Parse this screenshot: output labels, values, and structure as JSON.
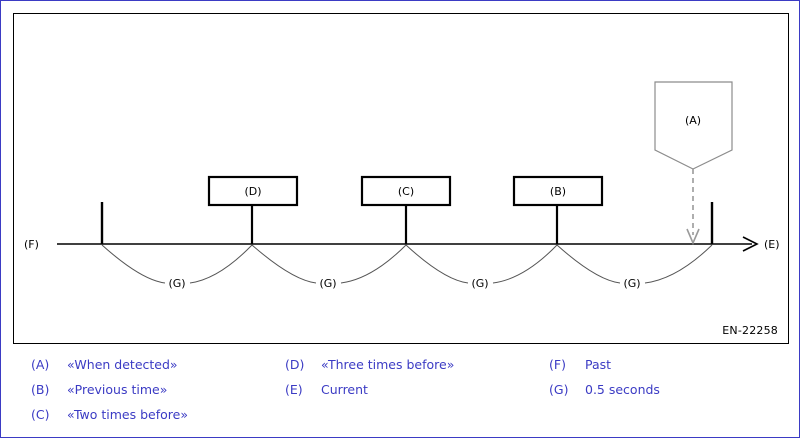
{
  "figure": {
    "reference_number": "EN-22258",
    "axis": {
      "left_label": "(F)",
      "right_label": "(E)"
    },
    "events": [
      {
        "key": "(D)",
        "has_box": true
      },
      {
        "key": "(C)",
        "has_box": true
      },
      {
        "key": "(B)",
        "has_box": true
      }
    ],
    "callout": {
      "key": "(A)"
    },
    "intervals": [
      {
        "key": "(G)"
      },
      {
        "key": "(G)"
      },
      {
        "key": "(G)"
      },
      {
        "key": "(G)"
      }
    ]
  },
  "legend": {
    "columns": [
      {
        "entries": [
          {
            "key": "(A)",
            "text": "«When detected»"
          },
          {
            "key": "(B)",
            "text": "«Previous time»"
          },
          {
            "key": "(C)",
            "text": "«Two times before»"
          }
        ]
      },
      {
        "entries": [
          {
            "key": "(D)",
            "text": "«Three times before»"
          },
          {
            "key": "(E)",
            "text": "Current"
          }
        ]
      },
      {
        "entries": [
          {
            "key": "(F)",
            "text": "Past"
          },
          {
            "key": "(G)",
            "text": "0.5 seconds"
          }
        ]
      }
    ]
  },
  "colors": {
    "legend_blue": "#3b3bc4",
    "diagram_black": "#000000",
    "arc_gray": "#555555",
    "callout_gray": "#999999"
  }
}
